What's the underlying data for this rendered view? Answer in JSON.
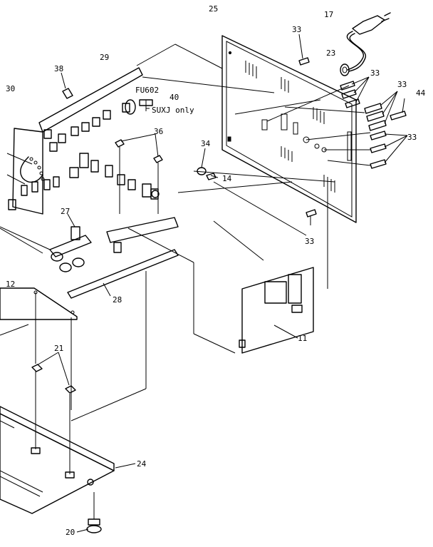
{
  "callouts": {
    "c25": "25",
    "c17": "17",
    "c33a": "33",
    "c23": "23",
    "c33b": "33",
    "c33c": "33",
    "c44": "44",
    "c33d": "33",
    "c38": "38",
    "c29": "29",
    "c30": "30",
    "c40": "40",
    "c36": "36",
    "c34": "34",
    "c14": "14",
    "c27": "27",
    "c33e": "33",
    "c28": "28",
    "c12": "12",
    "c11": "11",
    "c21": "21",
    "c24": "24",
    "c20": "20"
  },
  "notes": {
    "fuse_label": "FU602",
    "fuse_note": "SUXJ only"
  }
}
